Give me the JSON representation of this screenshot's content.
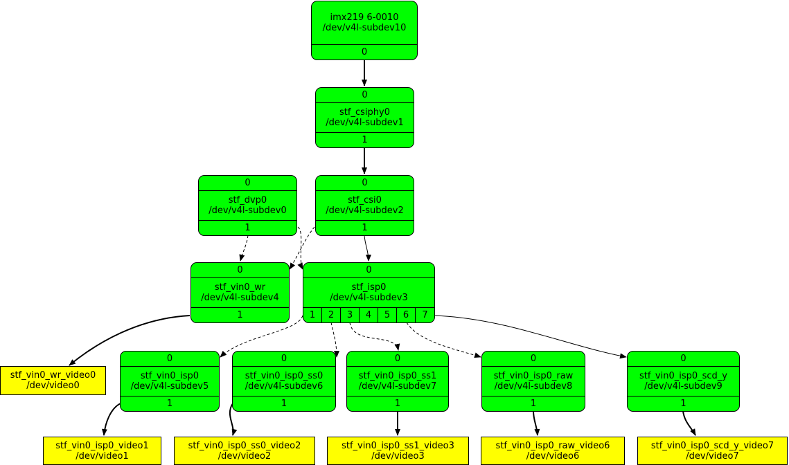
{
  "colors": {
    "subdev": "#00ff00",
    "video": "#ffff00",
    "edge": "#000000"
  },
  "nodes": {
    "imx219": {
      "name": "imx219 6-0010",
      "dev": "/dev/v4l-subdev10",
      "pad_out": "0"
    },
    "csiphy": {
      "pad_in": "0",
      "name": "stf_csiphy0",
      "dev": "/dev/v4l-subdev1",
      "pad_out": "1"
    },
    "dvp": {
      "pad_in": "0",
      "name": "stf_dvp0",
      "dev": "/dev/v4l-subdev0",
      "pad_out": "1"
    },
    "csi": {
      "pad_in": "0",
      "name": "stf_csi0",
      "dev": "/dev/v4l-subdev2",
      "pad_out": "1"
    },
    "wr": {
      "pad_in": "0",
      "name": "stf_vin0_wr",
      "dev": "/dev/v4l-subdev4",
      "pad_out": "1"
    },
    "isp": {
      "pad_in": "0",
      "name": "stf_isp0",
      "dev": "/dev/v4l-subdev3",
      "pads_out": [
        "1",
        "2",
        "3",
        "4",
        "5",
        "6",
        "7"
      ]
    },
    "isp0": {
      "pad_in": "0",
      "name": "stf_vin0_isp0",
      "dev": "/dev/v4l-subdev5",
      "pad_out": "1"
    },
    "ss0": {
      "pad_in": "0",
      "name": "stf_vin0_isp0_ss0",
      "dev": "/dev/v4l-subdev6",
      "pad_out": "1"
    },
    "ss1": {
      "pad_in": "0",
      "name": "stf_vin0_isp0_ss1",
      "dev": "/dev/v4l-subdev7",
      "pad_out": "1"
    },
    "raw": {
      "pad_in": "0",
      "name": "stf_vin0_isp0_raw",
      "dev": "/dev/v4l-subdev8",
      "pad_out": "1"
    },
    "scd": {
      "pad_in": "0",
      "name": "stf_vin0_isp0_scd_y",
      "dev": "/dev/v4l-subdev9",
      "pad_out": "1"
    }
  },
  "video_nodes": {
    "wr_video0": {
      "name": "stf_vin0_wr_video0",
      "dev": "/dev/video0"
    },
    "isp0_video1": {
      "name": "stf_vin0_isp0_video1",
      "dev": "/dev/video1"
    },
    "ss0_video2": {
      "name": "stf_vin0_isp0_ss0_video2",
      "dev": "/dev/video2"
    },
    "ss1_video3": {
      "name": "stf_vin0_isp0_ss1_video3",
      "dev": "/dev/video3"
    },
    "raw_video6": {
      "name": "stf_vin0_isp0_raw_video6",
      "dev": "/dev/video6"
    },
    "scd_video7": {
      "name": "stf_vin0_isp0_scd_y_video7",
      "dev": "/dev/video7"
    }
  },
  "edges": [
    {
      "from": "imx219:0",
      "to": "csiphy:0",
      "style": "solid"
    },
    {
      "from": "csiphy:1",
      "to": "csi:0",
      "style": "solid"
    },
    {
      "from": "dvp:1",
      "to": "wr:0",
      "style": "dashed"
    },
    {
      "from": "dvp:1",
      "to": "isp:0",
      "style": "dashed"
    },
    {
      "from": "csi:1",
      "to": "wr:0",
      "style": "dashed"
    },
    {
      "from": "csi:1",
      "to": "isp:0",
      "style": "solid"
    },
    {
      "from": "wr:1",
      "to": "wr_video0",
      "style": "solid"
    },
    {
      "from": "isp:1",
      "to": "isp0:0",
      "style": "dashed"
    },
    {
      "from": "isp:2",
      "to": "ss0:0",
      "style": "dashed"
    },
    {
      "from": "isp:3",
      "to": "ss1:0",
      "style": "dashed"
    },
    {
      "from": "isp:6",
      "to": "raw:0",
      "style": "dashed"
    },
    {
      "from": "isp:7",
      "to": "scd:0",
      "style": "solid"
    },
    {
      "from": "isp0:1",
      "to": "isp0_video1",
      "style": "solid"
    },
    {
      "from": "ss0:1",
      "to": "ss0_video2",
      "style": "solid"
    },
    {
      "from": "ss1:1",
      "to": "ss1_video3",
      "style": "solid"
    },
    {
      "from": "raw:1",
      "to": "raw_video6",
      "style": "solid"
    },
    {
      "from": "scd:1",
      "to": "scd_video7",
      "style": "solid"
    }
  ]
}
